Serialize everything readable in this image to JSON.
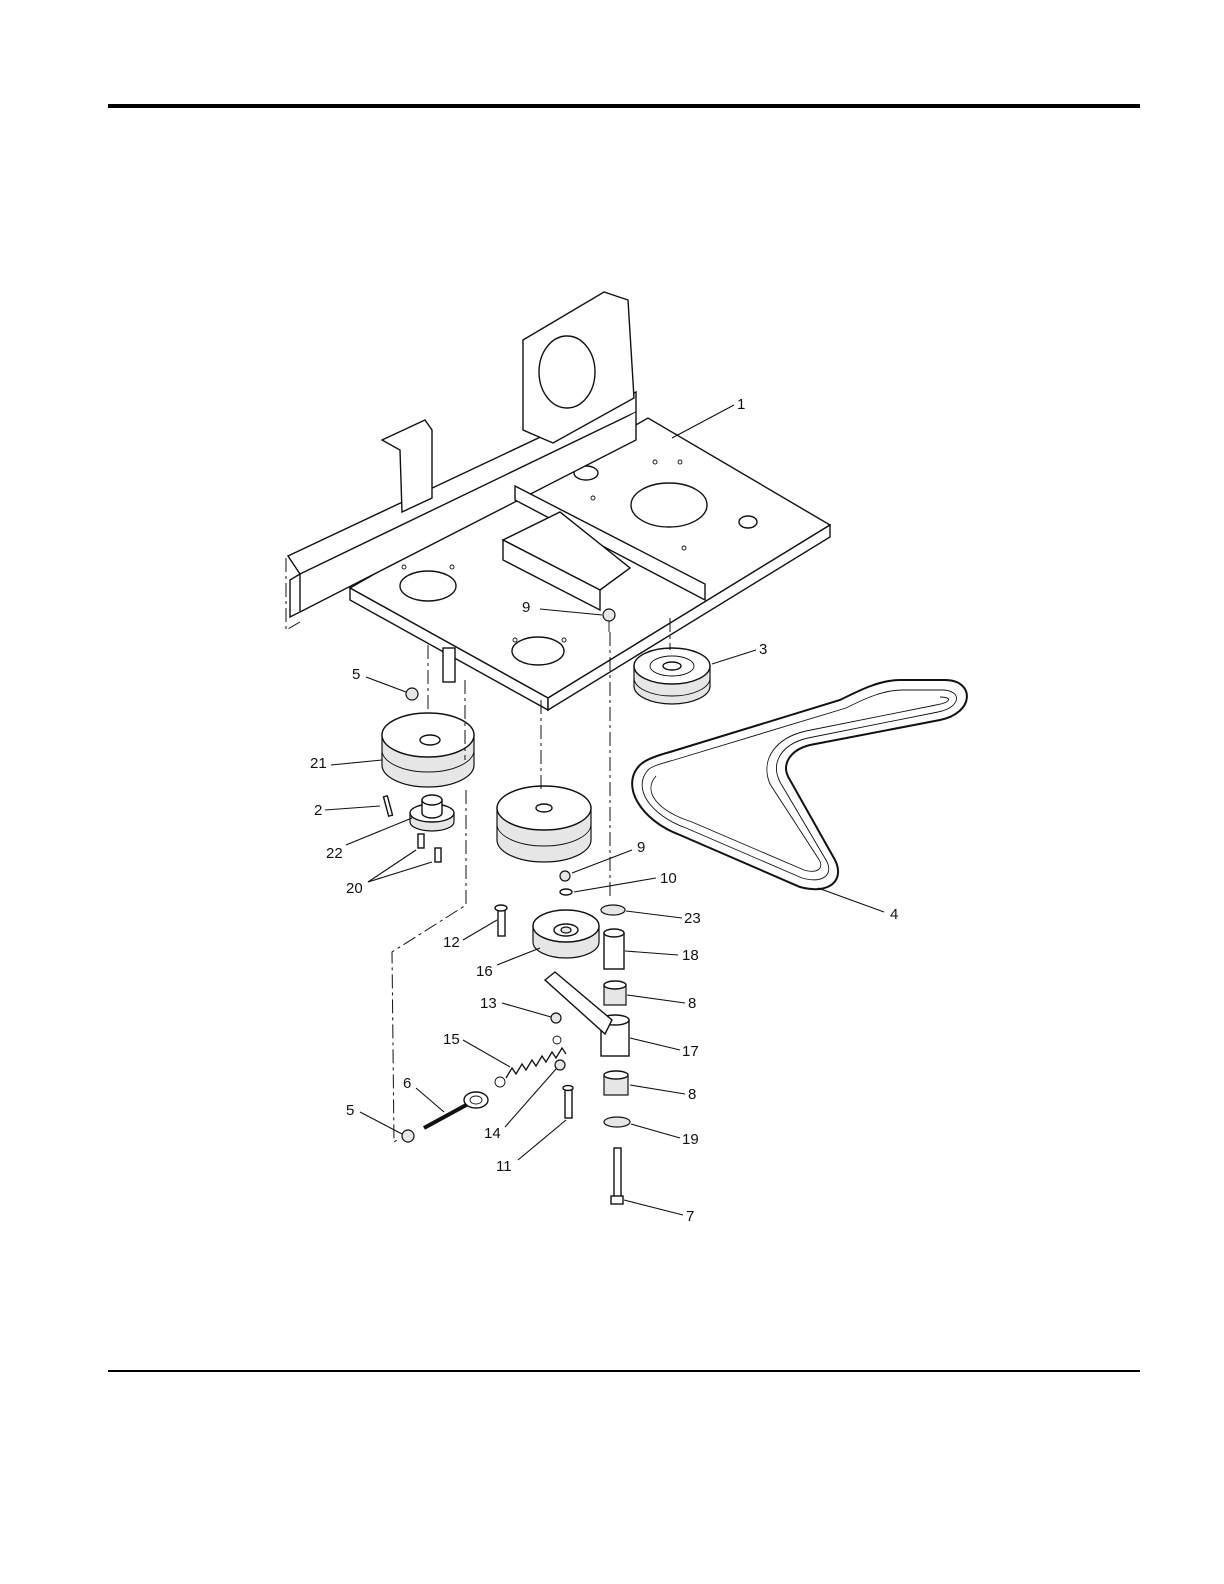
{
  "callouts": [
    {
      "id": "c1",
      "label": "1"
    },
    {
      "id": "c2",
      "label": "2"
    },
    {
      "id": "c3",
      "label": "3"
    },
    {
      "id": "c4",
      "label": "4"
    },
    {
      "id": "c5a",
      "label": "5"
    },
    {
      "id": "c5b",
      "label": "5"
    },
    {
      "id": "c6",
      "label": "6"
    },
    {
      "id": "c7",
      "label": "7"
    },
    {
      "id": "c8a",
      "label": "8"
    },
    {
      "id": "c8b",
      "label": "8"
    },
    {
      "id": "c9a",
      "label": "9"
    },
    {
      "id": "c9b",
      "label": "9"
    },
    {
      "id": "c10",
      "label": "10"
    },
    {
      "id": "c11",
      "label": "11"
    },
    {
      "id": "c12",
      "label": "12"
    },
    {
      "id": "c13",
      "label": "13"
    },
    {
      "id": "c14",
      "label": "14"
    },
    {
      "id": "c15",
      "label": "15"
    },
    {
      "id": "c16",
      "label": "16"
    },
    {
      "id": "c17",
      "label": "17"
    },
    {
      "id": "c18",
      "label": "18"
    },
    {
      "id": "c19",
      "label": "19"
    },
    {
      "id": "c20",
      "label": "20"
    },
    {
      "id": "c21",
      "label": "21"
    },
    {
      "id": "c22",
      "label": "22"
    },
    {
      "id": "c23",
      "label": "23"
    }
  ]
}
